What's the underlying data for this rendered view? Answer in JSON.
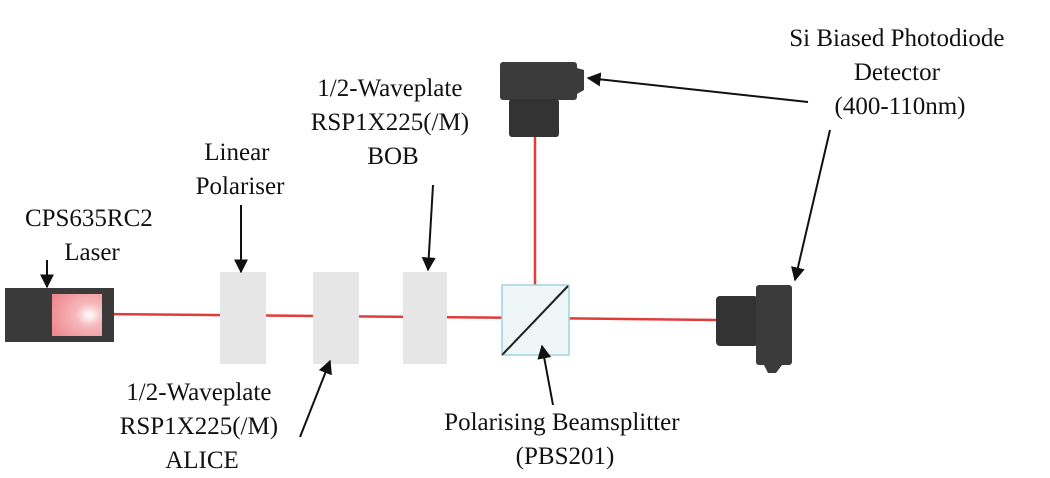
{
  "labels": {
    "laser": [
      "CPS635RC2",
      "Laser"
    ],
    "polariser": [
      "Linear",
      "Polariser"
    ],
    "waveplate_bob": [
      "1/2-Waveplate",
      "RSP1X225(/M)",
      "BOB"
    ],
    "waveplate_alice": [
      "1/2-Waveplate",
      "RSP1X225(/M)",
      "ALICE"
    ],
    "beamsplitter": [
      "Polarising Beamsplitter",
      "(PBS201)"
    ],
    "detector": [
      "Si Biased Photodiode",
      "Detector",
      "(400-110nm)"
    ]
  },
  "colors": {
    "beam": "#e03c3c",
    "optic": "#e6e6e6",
    "detector_body": "#3b3b3b",
    "laser_body": "#3a3a3a",
    "laser_aperture": "#f2a3a8",
    "cube_edge": "#9fd3dc"
  }
}
